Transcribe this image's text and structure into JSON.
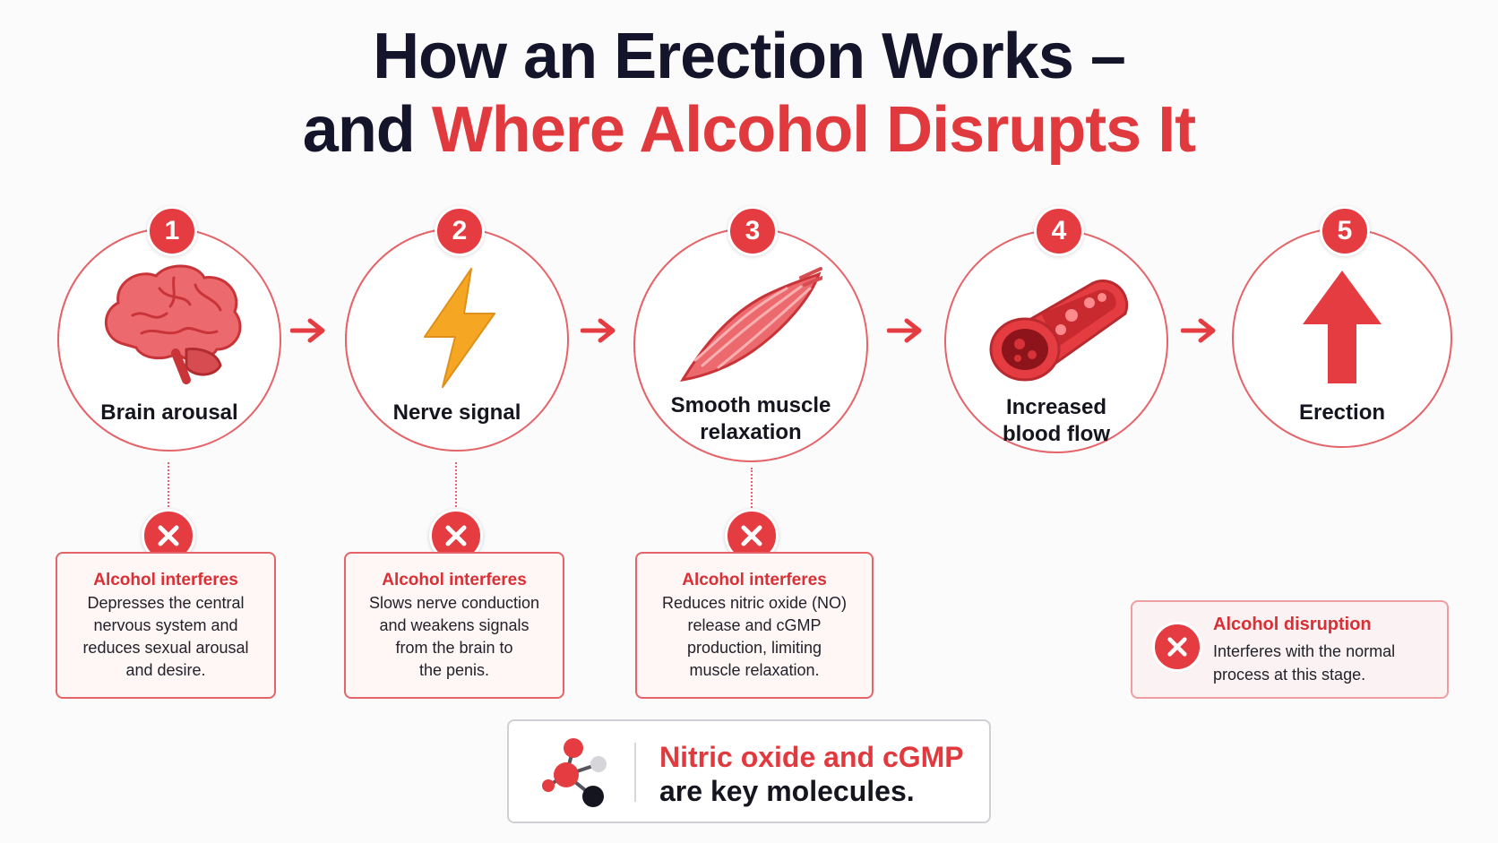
{
  "title": {
    "line1": "How an Erection Works –",
    "line2_prefix": "and",
    "line2_accent": "Where Alcohol Disrupts It"
  },
  "steps": [
    {
      "number": "1",
      "label": "Brain arousal",
      "icon": "brain-icon"
    },
    {
      "number": "2",
      "label": "Nerve signal",
      "icon": "lightning-bolt-icon"
    },
    {
      "number": "3",
      "label_line1": "Smooth muscle",
      "label_line2": "relaxation",
      "icon": "muscle-icon"
    },
    {
      "number": "4",
      "label_line1": "Increased",
      "label_line2": "blood flow",
      "icon": "blood-vessel-icon"
    },
    {
      "number": "5",
      "label": "Erection",
      "icon": "up-arrow-icon"
    }
  ],
  "disruptions": [
    {
      "heading": "Alcohol interferes",
      "body": "Depresses the central\nnervous system and\nreduces sexual arousal\nand desire."
    },
    {
      "heading": "Alcohol interferes",
      "body": "Slows nerve conduction\nand weakens signals\nfrom the brain to\nthe penis."
    },
    {
      "heading": "Alcohol interferes",
      "body": "Reduces nitric oxide (NO)\nrelease and cGMP\nproduction, limiting\nmuscle relaxation."
    }
  ],
  "legend": {
    "heading": "Alcohol disruption",
    "body": "Interferes with the normal process at this stage."
  },
  "molecules": {
    "line1": "Nitric oxide and cGMP",
    "line2": "are key molecules.",
    "icon": "molecule-icon"
  },
  "colors": {
    "accent": "#e03a3e",
    "title": "#14142a",
    "bolt": "#f5a623"
  }
}
